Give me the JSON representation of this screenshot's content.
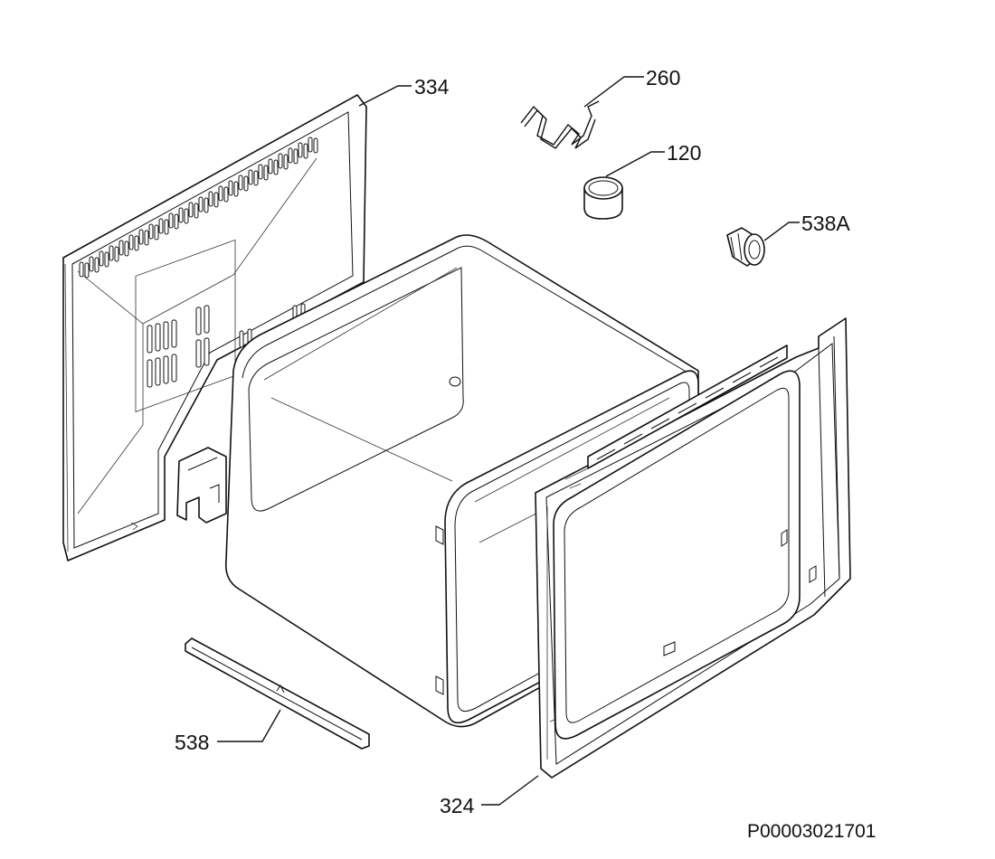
{
  "diagram": {
    "document_id": "P00003021701",
    "parts": [
      {
        "number": "334",
        "name": "back-panel"
      },
      {
        "number": "260",
        "name": "wire-clip"
      },
      {
        "number": "120",
        "name": "cap-knob"
      },
      {
        "number": "538A",
        "name": "bushing"
      },
      {
        "number": "324",
        "name": "front-frame"
      },
      {
        "number": "538",
        "name": "rail-strip"
      }
    ]
  }
}
